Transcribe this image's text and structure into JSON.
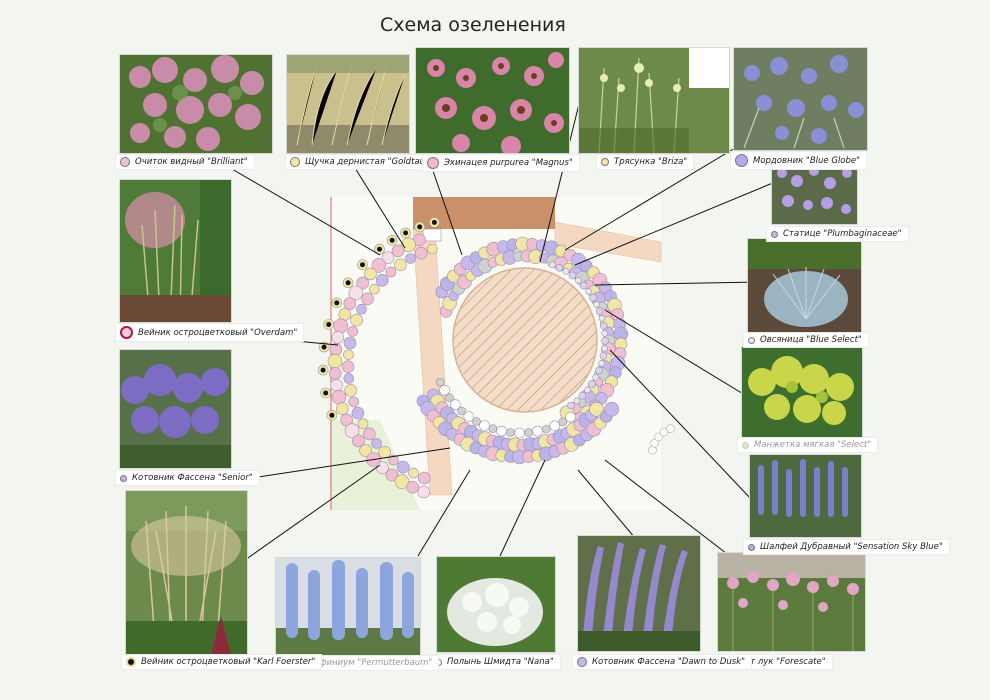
{
  "title": "Схема озеленения",
  "colors": {
    "pink": "#f1bfd2",
    "yellow": "#f1e7a2",
    "lilac": "#c7b9ec",
    "blue": "#b9b3ea",
    "gray": "#cfd3cf",
    "path": "#f5d8c2",
    "house": "#c9906a",
    "background": "#f3f5f1"
  },
  "plants": [
    {
      "id": "ochitok",
      "label": "Очиток видный \"Brilliant\"",
      "dot": "#f1bfd2",
      "dot_style": "plain"
    },
    {
      "id": "shchuchka",
      "label": "Щучка дернистая \"Goldtau\"",
      "dot": "#f1e7a2",
      "dot_style": "plain"
    },
    {
      "id": "ekhinatseya",
      "label": "Эхинацея purpurea \"Magnus\"",
      "dot": "#f5b7cb",
      "dot_style": "plain"
    },
    {
      "id": "tryasunka",
      "label": "Трясунка \"Briza\"",
      "dot": "#f1e7a2",
      "dot_style": "plain"
    },
    {
      "id": "mordovnik",
      "label": "Мордовник \"Blue Globe\"",
      "dot": "#b6a8f0",
      "dot_style": "plain"
    },
    {
      "id": "statitse",
      "label": "Статице \"Plumbaginaceae\"",
      "dot": "#c3b6ef",
      "dot_style": "plain"
    },
    {
      "id": "ovsyanitsa",
      "label": "Овсяница \"Blue Select\"",
      "dot": "#e6e3f6",
      "dot_style": "plain"
    },
    {
      "id": "manzhetka",
      "label": "Манжетка мягкая \"Select\"",
      "dot": "#e2e0c9",
      "dot_style": "plain"
    },
    {
      "id": "shalfey",
      "label": "Шалфей Дубравный \"Sensation Sky Blue\"",
      "dot": "#b6a8f0",
      "dot_style": "plain"
    },
    {
      "id": "shnitluk",
      "label": "Шнит лук \"Forescate\"",
      "dot": "#f1bfd2",
      "dot_style": "plain"
    },
    {
      "id": "kotovnik2",
      "label": "Котовник Фассена \"Dawn to Dusk\"",
      "dot": "#c3b6ef",
      "dot_style": "plain"
    },
    {
      "id": "polyn",
      "label": "Полынь Шмидта \"Nana\"",
      "dot": "#ffffff",
      "dot_style": "plain"
    },
    {
      "id": "delfinium",
      "label": "Дельфиниум \"Permutterbaum\"",
      "dot": "#d6dcf4",
      "dot_style": "plain"
    },
    {
      "id": "veynik2",
      "label": "Вейник остроцветковый \"Karl Foerster\"",
      "dot": "#f1e7a2",
      "dot_style": "black"
    },
    {
      "id": "kotovnik1",
      "label": "Котовник Фассена \"Senior\"",
      "dot": "#c3b6ef",
      "dot_style": "plain"
    },
    {
      "id": "veynik1",
      "label": "Вейник остроцветковый \"Overdam\"",
      "dot": "#f3d2de",
      "dot_style": "ring"
    }
  ]
}
